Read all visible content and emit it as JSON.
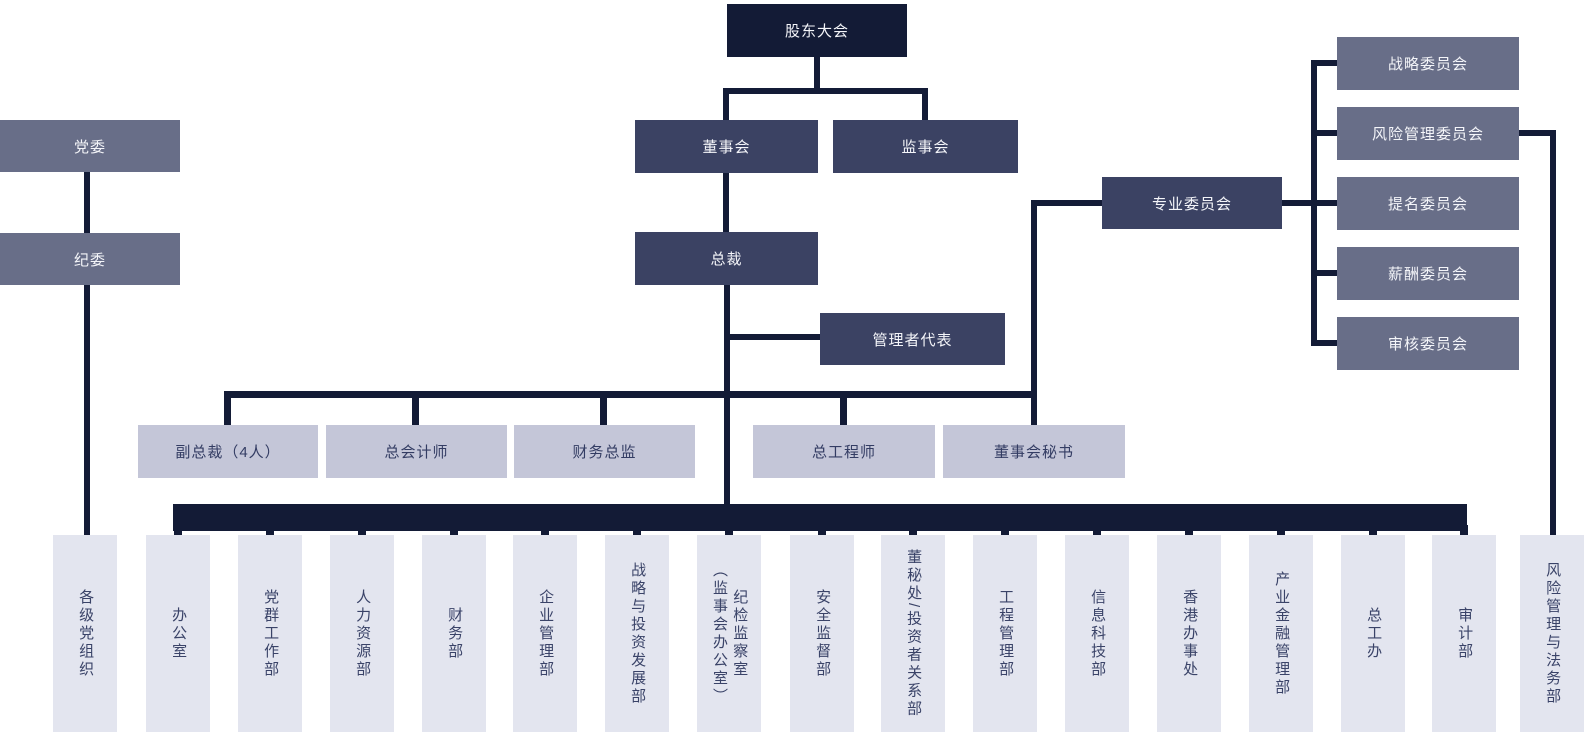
{
  "colors": {
    "darkest_navy": "#131b36",
    "medium_navy": "#3b4263",
    "gray_purple": "#686e88",
    "light_gray_blue": "#c4c6d8",
    "light_lavender": "#e3e5ef",
    "text_on_dark": "#f4f5f9",
    "text_on_light": "#3a4368"
  },
  "nodes": {
    "shareholders_meeting": "股东大会",
    "board_of_directors": "董事会",
    "supervisory_board": "监事会",
    "party_committee": "党委",
    "discipline_committee": "纪委",
    "president": "总裁",
    "management_representative": "管理者代表",
    "special_committees": "专业委员会",
    "vice_presidents": "副总裁（4人）",
    "chief_accountant": "总会计师",
    "finance_director": "财务总监",
    "chief_engineer": "总工程师",
    "board_secretary": "董事会秘书"
  },
  "committees": [
    "战略委员会",
    "风险管理委员会",
    "提名委员会",
    "薪酬委员会",
    "审核委员会"
  ],
  "departments": [
    {
      "label": "各级党组织"
    },
    {
      "label": "办公室"
    },
    {
      "label": "党群工作部"
    },
    {
      "label": "人力资源部"
    },
    {
      "label": "财务部"
    },
    {
      "label": "企业管理部"
    },
    {
      "label": "战略与投资发展部"
    },
    {
      "label": "纪检监察室",
      "sublabel": "（监事会办公室）"
    },
    {
      "label": "安全监督部"
    },
    {
      "label": "董秘处/投资者关系部"
    },
    {
      "label": "工程管理部"
    },
    {
      "label": "信息科技部"
    },
    {
      "label": "香港办事处"
    },
    {
      "label": "产业金融管理部"
    },
    {
      "label": "总工办"
    },
    {
      "label": "审计部"
    },
    {
      "label": "风险管理与法务部"
    }
  ]
}
